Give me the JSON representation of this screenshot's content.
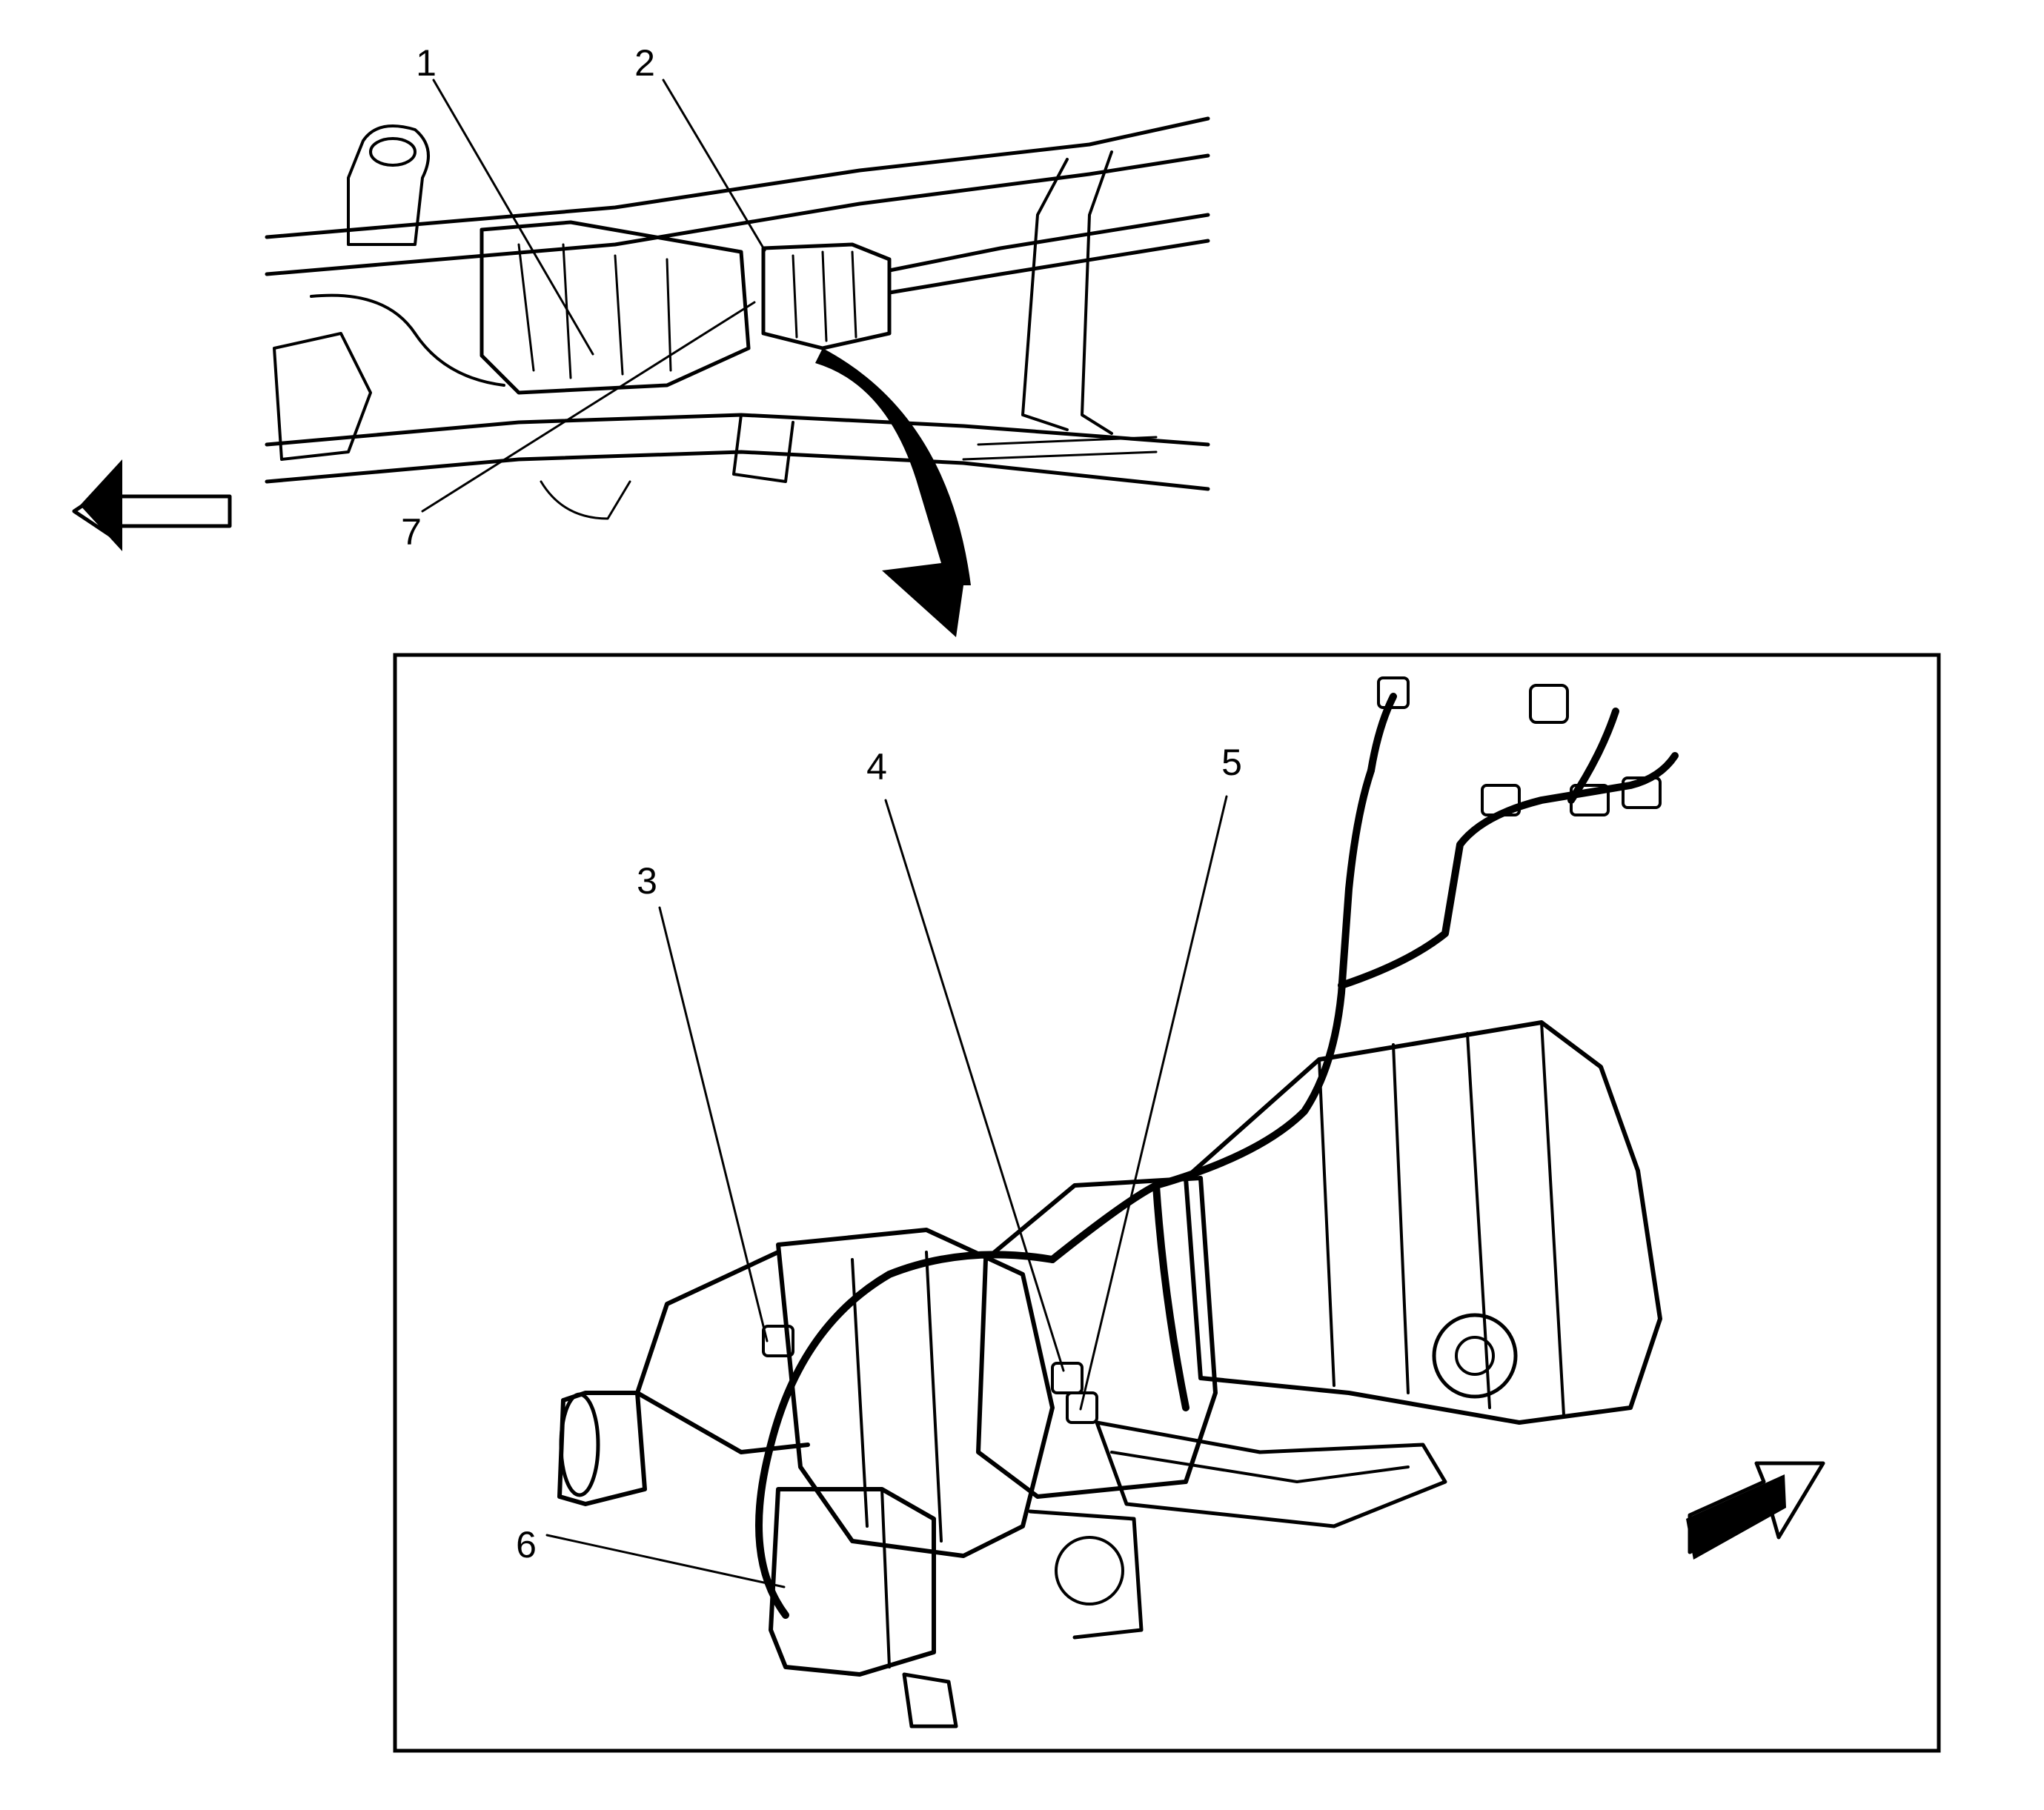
{
  "callouts": {
    "c1": "1",
    "c2": "2",
    "c3": "3",
    "c4": "4",
    "c5": "5",
    "c6": "6",
    "c7": "7"
  },
  "colors": {
    "line": "#000000",
    "background": "#ffffff"
  },
  "icons": {
    "left": "arrow-left-icon",
    "zoom": "curved-arrow-down-icon",
    "forward": "arrow-up-right-icon"
  }
}
